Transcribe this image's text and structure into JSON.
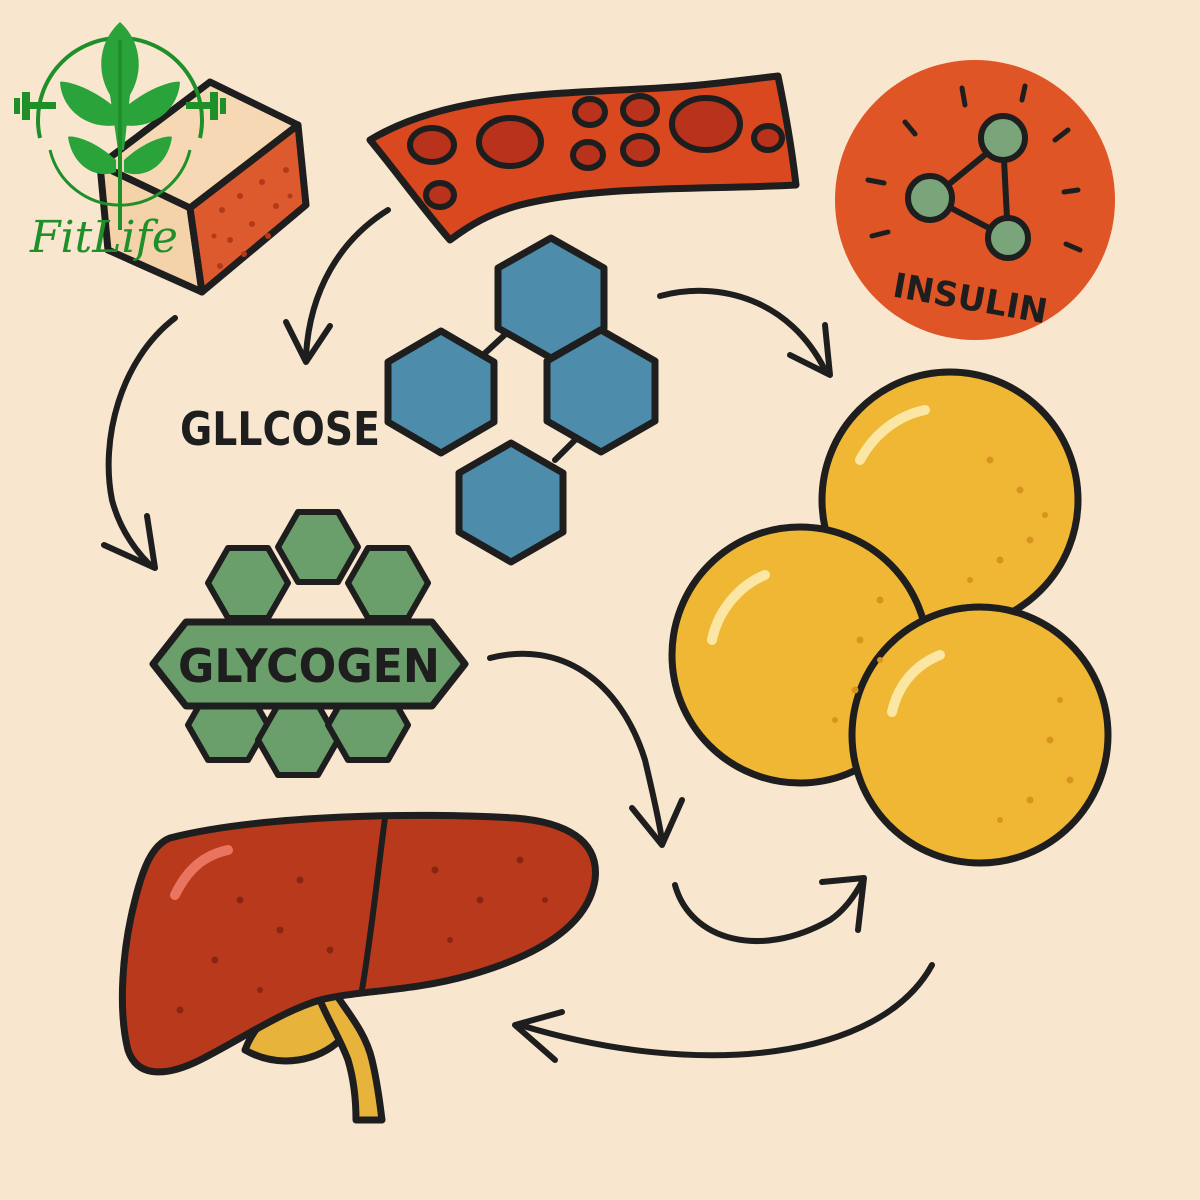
{
  "logo": {
    "text": "FitLife"
  },
  "labels": {
    "glucose": "GLLCOSE",
    "glycogen": "GLYCOGEN",
    "insulin": "INSULIN"
  },
  "colors": {
    "background": "#f9e6cf",
    "blood_red": "#d9481f",
    "cell_red": "#b8321c",
    "glucose_blue": "#4e8cab",
    "glycogen_green": "#6a9f6b",
    "insulin_orange": "#df5526",
    "fat_yellow": "#f0b734",
    "liver_red": "#b9391d",
    "logo_green": "#1f8f2a"
  },
  "icons": [
    "fitlife-logo",
    "muscle-cube-icon",
    "blood-vessel-icon",
    "insulin-molecule-icon",
    "glucose-molecule-icon",
    "glycogen-icon",
    "fat-cells-icon",
    "liver-icon"
  ]
}
